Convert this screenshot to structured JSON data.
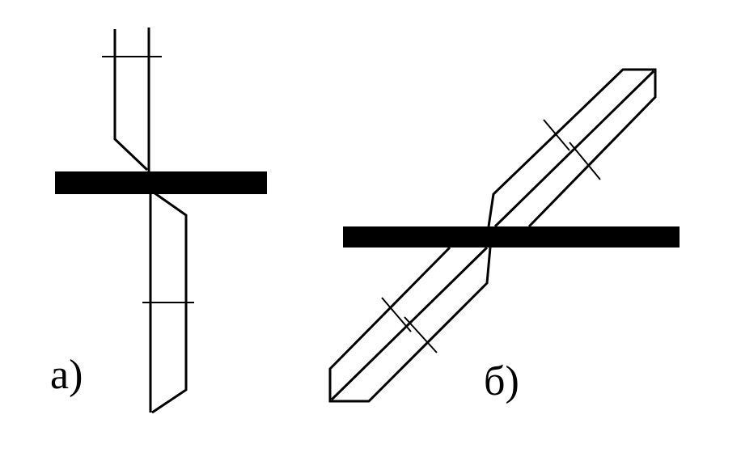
{
  "figure": {
    "panels": [
      {
        "id": "a",
        "label": "а)"
      },
      {
        "id": "b",
        "label": "б)"
      }
    ],
    "colors": {
      "ink": "#000000",
      "background": "#ffffff"
    }
  }
}
